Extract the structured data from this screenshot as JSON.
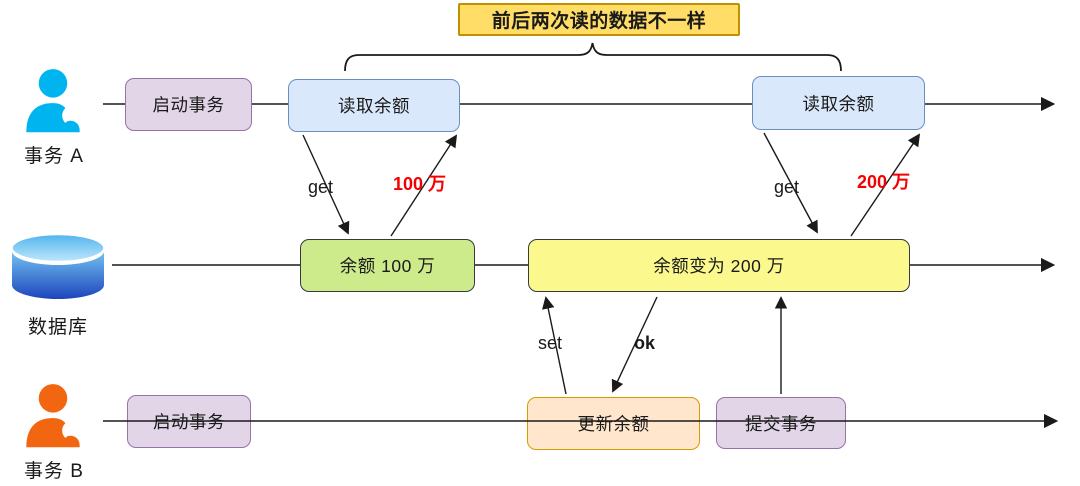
{
  "banner": {
    "text": "前后两次读的数据不一样"
  },
  "lane_a": {
    "label": "事务 A",
    "boxes": {
      "start": "启动事务",
      "read1": "读取余额",
      "read2": "读取余额"
    }
  },
  "lane_db": {
    "label": "数据库",
    "boxes": {
      "balance1": "余额 100 万",
      "balance2": "余额变为 200 万"
    }
  },
  "lane_b": {
    "label": "事务 B",
    "boxes": {
      "start": "启动事务",
      "update": "更新余额",
      "commit": "提交事务"
    }
  },
  "edges": {
    "get1": "get",
    "result1": "100 万",
    "get2": "get",
    "result2": "200 万",
    "set": "set",
    "ok": "ok"
  },
  "colors": {
    "banner_fill": "#FFDD67",
    "banner_border": "#BF9000",
    "blue_fill": "#DAE8FC",
    "blue_border": "#6C8EBF",
    "purple_fill": "#E1D5E7",
    "purple_border": "#9673A6",
    "green_fill": "#CDEB8B",
    "green_border": "#36393D",
    "yellow_fill": "#FBF88D",
    "yellow_border": "#36393D",
    "orange_fill": "#FFE6CC",
    "orange_border": "#D79B00",
    "red_label": "#F40000",
    "actor_a": "#00B5EF",
    "actor_b": "#F26611"
  }
}
